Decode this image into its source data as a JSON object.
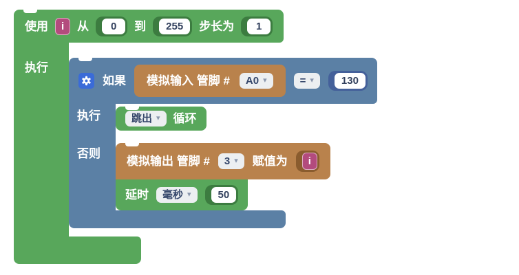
{
  "icons": {
    "dropdown_caret": "▾"
  },
  "colors": {
    "green": "#58a75b",
    "blue": "#5b80a5",
    "orange": "#b9824c",
    "pink": "#b34b7d",
    "gear_blue": "#3a6bd8"
  },
  "loop_block": {
    "use_label": "使用",
    "variable_name": "i",
    "from_label": "从",
    "from_value": "0",
    "to_label": "到",
    "to_value": "255",
    "step_label": "步长为",
    "step_value": "1",
    "do_label": "执行"
  },
  "if_block": {
    "if_label": "如果",
    "condition": {
      "analog_read_label": "模拟输入 管脚 #",
      "pin_dropdown": "A0",
      "operator_dropdown": "=",
      "compare_value": "130"
    },
    "do_label": "执行",
    "else_label": "否则"
  },
  "break_block": {
    "type_dropdown": "跳出",
    "suffix_label": "循环"
  },
  "analog_write_block": {
    "label": "模拟输出 管脚 #",
    "pin_dropdown": "3",
    "assign_label": "赋值为",
    "value_variable": "i"
  },
  "delay_block": {
    "label": "延时",
    "unit_dropdown": "毫秒",
    "value": "50"
  }
}
